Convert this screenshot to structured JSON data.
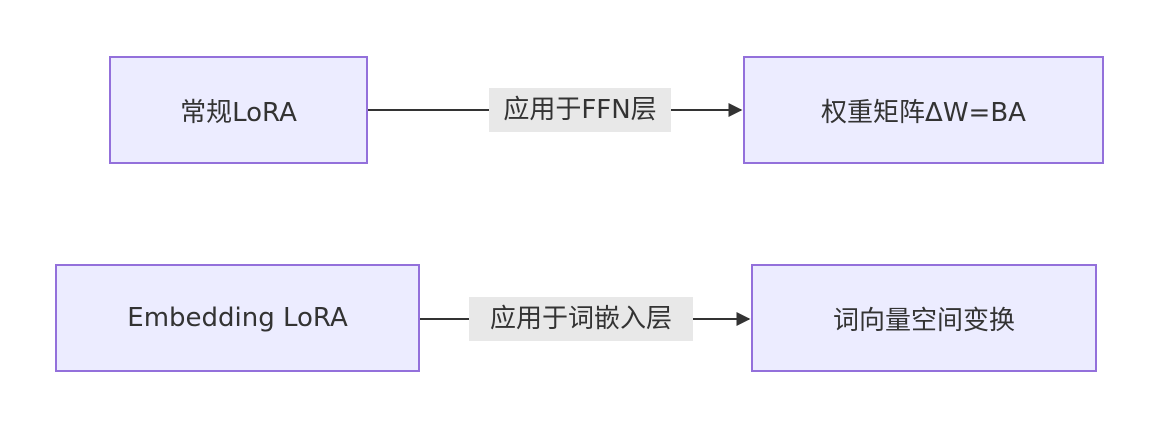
{
  "diagram": {
    "rows": [
      {
        "source": "常规LoRA",
        "edge_label": "应用于FFN层",
        "target": "权重矩阵ΔW=BA"
      },
      {
        "source": "Embedding LoRA",
        "edge_label": "应用于词嵌入层",
        "target": "词向量空间变换"
      }
    ]
  },
  "colors": {
    "node_fill": "#ececff",
    "node_border": "#9370db",
    "edge_stroke": "#333333",
    "label_background": "#e8e8e8",
    "text": "#333333"
  }
}
